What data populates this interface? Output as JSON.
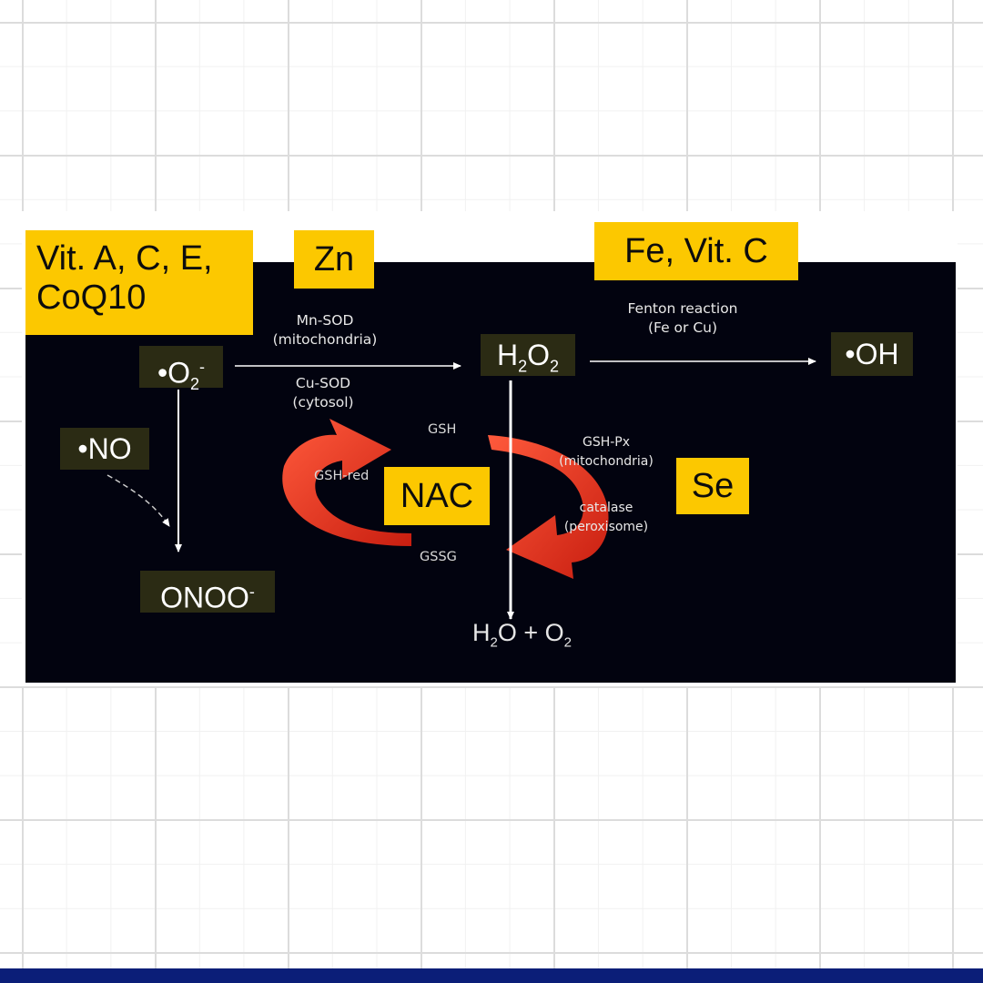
{
  "cofactors": {
    "vitamins_line1": "Vit. A, C, E,",
    "vitamins_line2": "CoQ10",
    "zinc": "Zn",
    "fe_vitc": "Fe, Vit. C",
    "nac": "NAC",
    "selenium": "Se"
  },
  "species": {
    "superoxide": "•O",
    "superoxide_sub": "2",
    "superoxide_sup": "-",
    "h2o2_h": "H",
    "h2o2_sub1": "2",
    "h2o2_o": "O",
    "h2o2_sub2": "2",
    "hydroxyl": "•OH",
    "nitric_oxide": "•NO",
    "peroxynitrite": "ONOO",
    "peroxynitrite_sup": "-",
    "water_h": "H",
    "water_sub": "2",
    "water_rest": "O + O",
    "oxygen_sub": "2"
  },
  "enzymes": {
    "mn_sod": "Mn-SOD",
    "mn_sod_loc": "(mitochondria)",
    "cu_sod": "Cu-SOD",
    "cu_sod_loc": "(cytosol)",
    "fenton": "Fenton reaction",
    "fenton_metals": "(Fe or Cu)",
    "gsh": "GSH",
    "gssg": "GSSG",
    "gsh_red": "GSH-red",
    "gsh_px": "GSH-Px",
    "gsh_px_loc": "(mitochondria)",
    "catalase": "catalase",
    "catalase_loc": "(peroxisome)"
  },
  "colors": {
    "highlight": "#fcc800",
    "panel": "#02030f",
    "cycle_arrow": "#e0311c"
  }
}
